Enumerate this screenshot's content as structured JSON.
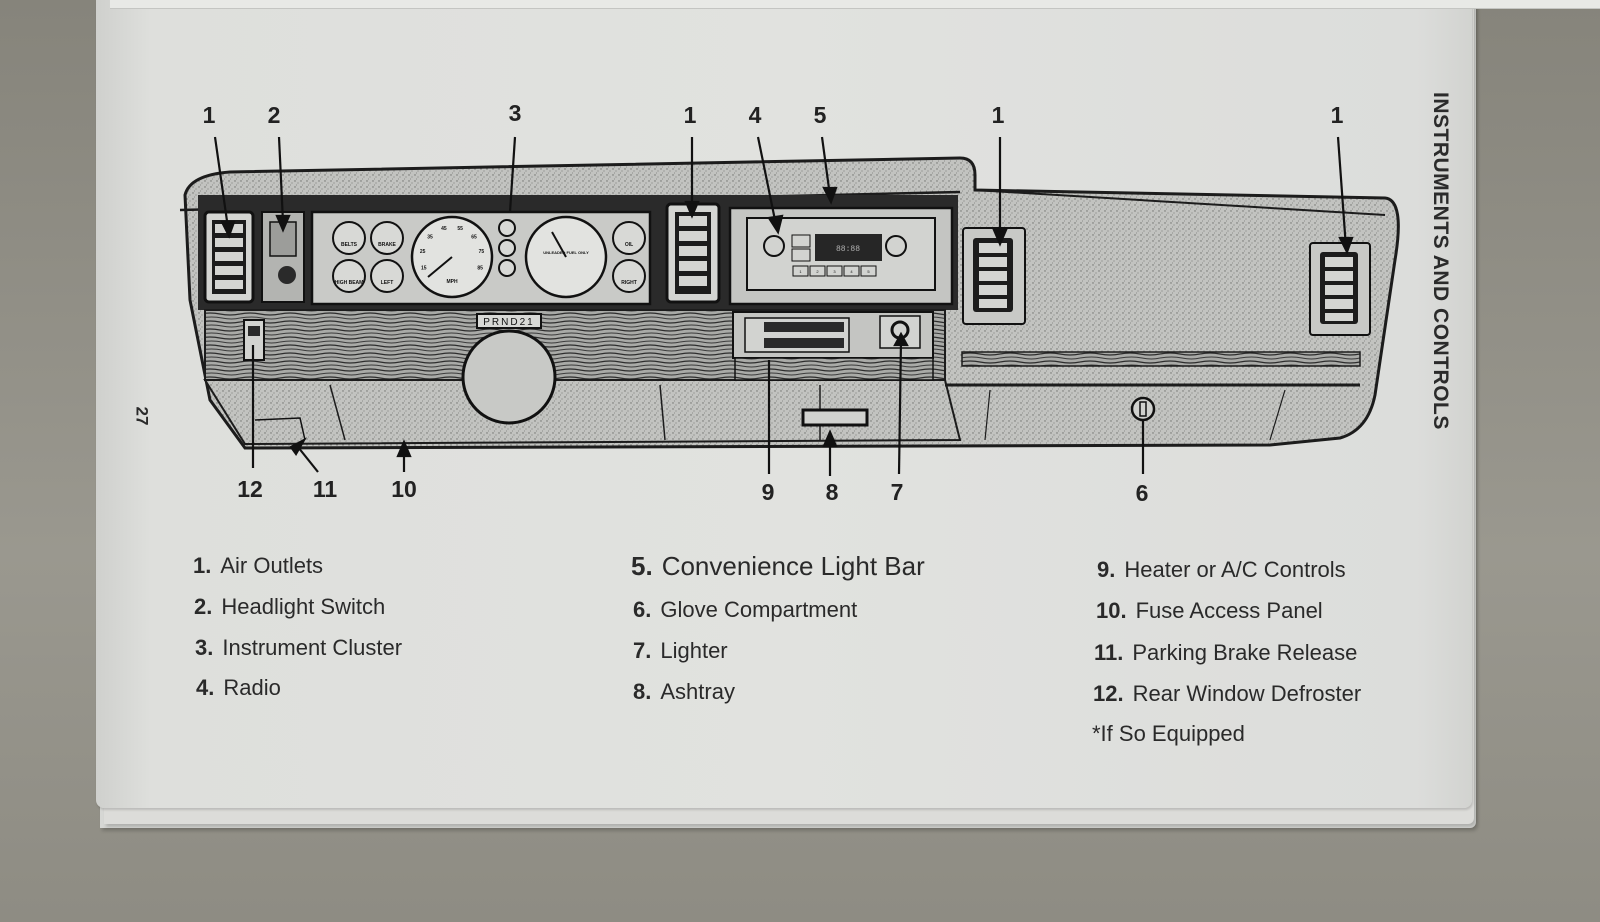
{
  "page": {
    "number": "27",
    "section_title": "INSTRUMENTS AND CONTROLS"
  },
  "diagram": {
    "callouts_top": [
      "1",
      "2",
      "3",
      "1",
      "4",
      "5",
      "1",
      "1"
    ],
    "callouts_bottom": [
      "12",
      "11",
      "10",
      "9",
      "8",
      "7",
      "6"
    ],
    "gear_indicator": "PRND21",
    "gauge_labels": {
      "belts": "BELTS",
      "brake": "BRAKE",
      "high_beam": "HIGH BEAM",
      "left": "LEFT",
      "oil": "OIL",
      "right": "RIGHT",
      "mph": "MPH",
      "fuel": "UNLEADED FUEL ONLY"
    },
    "speedometer_ticks": [
      "15",
      "25",
      "35",
      "45",
      "55",
      "65",
      "75",
      "85"
    ],
    "radio_presets": [
      "1",
      "2",
      "3",
      "4",
      "5"
    ]
  },
  "legend": {
    "items": [
      {
        "num": "1.",
        "label": "Air Outlets"
      },
      {
        "num": "2.",
        "label": "Headlight Switch"
      },
      {
        "num": "3.",
        "label": "Instrument Cluster"
      },
      {
        "num": "4.",
        "label": "Radio"
      },
      {
        "num": "5.",
        "label": "Convenience Light Bar"
      },
      {
        "num": "6.",
        "label": "Glove Compartment"
      },
      {
        "num": "7.",
        "label": "Lighter"
      },
      {
        "num": "8.",
        "label": "Ashtray"
      },
      {
        "num": "9.",
        "label": "Heater or A/C Controls"
      },
      {
        "num": "10.",
        "label": "Fuse Access Panel"
      },
      {
        "num": "11.",
        "label": "Parking Brake Release"
      },
      {
        "num": "12.",
        "label": "Rear Window Defroster"
      }
    ],
    "footnote": "*If So Equipped"
  },
  "colors": {
    "ink": "#222222",
    "paper": "#e0e1de",
    "dash_fill": "#bcbdba",
    "background": "#8f8d84"
  }
}
